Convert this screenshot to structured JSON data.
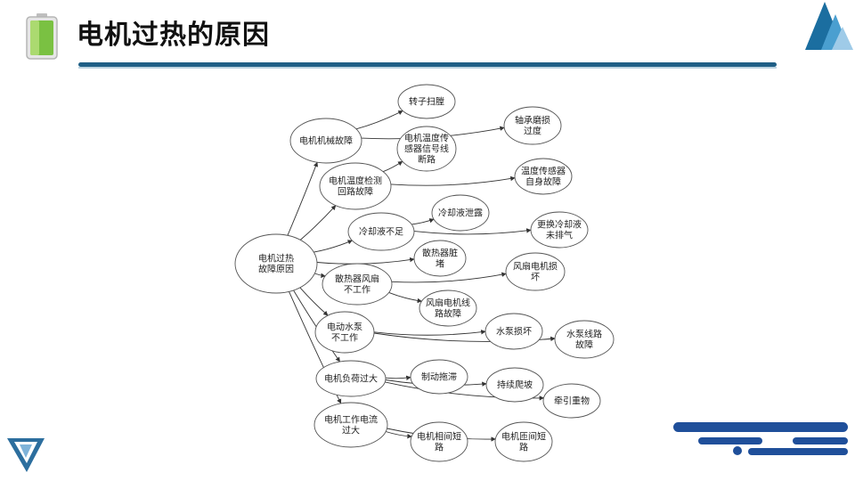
{
  "header": {
    "title": "电机过热的原因",
    "battery_icon": "battery-full-icon",
    "accent_color": "#1f5f86"
  },
  "diagram": {
    "nodes": [
      {
        "id": "root",
        "lines": [
          "电机过热",
          "故障原因"
        ]
      },
      {
        "id": "mech",
        "lines": [
          "电机机械故障"
        ]
      },
      {
        "id": "rotor",
        "lines": [
          "转子扫膛"
        ]
      },
      {
        "id": "bearing",
        "lines": [
          "轴承磨损",
          "过度"
        ]
      },
      {
        "id": "tempdetect",
        "lines": [
          "电机温度检测",
          "回路故障"
        ]
      },
      {
        "id": "sensorline",
        "lines": [
          "电机温度传",
          "感器信号线",
          "断路"
        ]
      },
      {
        "id": "sensorself",
        "lines": [
          "温度传感器",
          "自身故障"
        ]
      },
      {
        "id": "coolant",
        "lines": [
          "冷却液不足"
        ]
      },
      {
        "id": "leak",
        "lines": [
          "冷却液泄露"
        ]
      },
      {
        "id": "replace",
        "lines": [
          "更换冷却液",
          "未排气"
        ]
      },
      {
        "id": "radiatorblock",
        "lines": [
          "散热器脏",
          "堵"
        ]
      },
      {
        "id": "fanfail",
        "lines": [
          "散热器风扇",
          "不工作"
        ]
      },
      {
        "id": "fanmotor",
        "lines": [
          "风扇电机损",
          "坏"
        ]
      },
      {
        "id": "fancircuit",
        "lines": [
          "风扇电机线",
          "路故障"
        ]
      },
      {
        "id": "pumpfail",
        "lines": [
          "电动水泵",
          "不工作"
        ]
      },
      {
        "id": "pumpdamage",
        "lines": [
          "水泵损坏"
        ]
      },
      {
        "id": "pumpcircuit",
        "lines": [
          "水泵线路",
          "故障"
        ]
      },
      {
        "id": "overload",
        "lines": [
          "电机负荷过大"
        ]
      },
      {
        "id": "brake",
        "lines": [
          "制动拖滞"
        ]
      },
      {
        "id": "climb",
        "lines": [
          "持续爬坡"
        ]
      },
      {
        "id": "tow",
        "lines": [
          "牵引重物"
        ]
      },
      {
        "id": "overcurrent",
        "lines": [
          "电机工作电流",
          "过大"
        ]
      },
      {
        "id": "phaseshort",
        "lines": [
          "电机相间短",
          "路"
        ]
      },
      {
        "id": "turnshort",
        "lines": [
          "电机匝间短",
          "路"
        ]
      }
    ],
    "edges": [
      [
        "root",
        "mech"
      ],
      [
        "root",
        "tempdetect"
      ],
      [
        "root",
        "coolant"
      ],
      [
        "root",
        "radiatorblock"
      ],
      [
        "root",
        "fanfail"
      ],
      [
        "root",
        "pumpfail"
      ],
      [
        "root",
        "overload"
      ],
      [
        "root",
        "overcurrent"
      ],
      [
        "mech",
        "rotor"
      ],
      [
        "mech",
        "bearing"
      ],
      [
        "tempdetect",
        "sensorline"
      ],
      [
        "tempdetect",
        "sensorself"
      ],
      [
        "coolant",
        "leak"
      ],
      [
        "coolant",
        "replace"
      ],
      [
        "fanfail",
        "fanmotor"
      ],
      [
        "fanfail",
        "fancircuit"
      ],
      [
        "pumpfail",
        "pumpdamage"
      ],
      [
        "pumpfail",
        "pumpcircuit"
      ],
      [
        "overload",
        "brake"
      ],
      [
        "overload",
        "climb"
      ],
      [
        "overload",
        "tow"
      ],
      [
        "overcurrent",
        "phaseshort"
      ],
      [
        "overcurrent",
        "turnshort"
      ]
    ]
  }
}
